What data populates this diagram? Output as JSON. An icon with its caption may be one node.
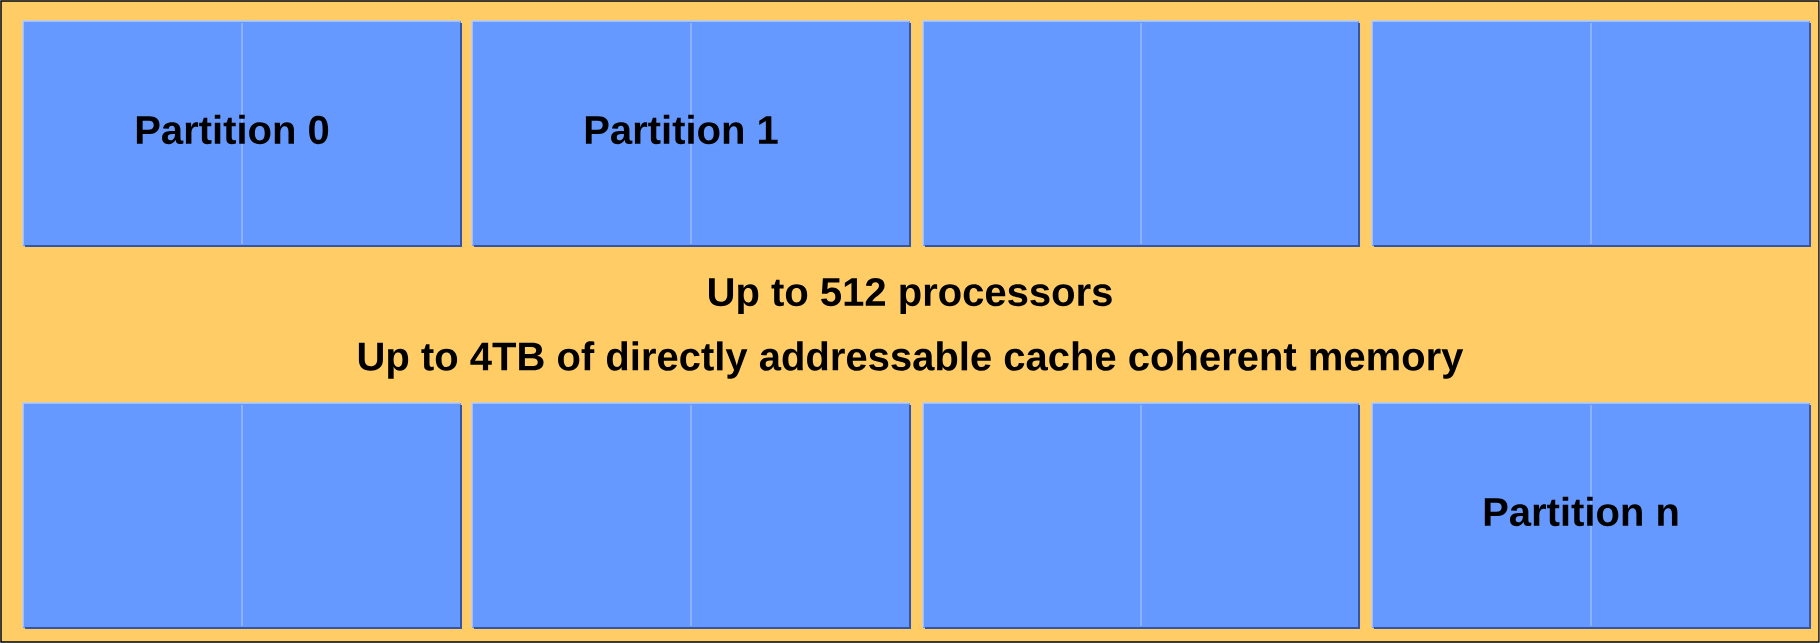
{
  "diagram": {
    "nodes": [
      {
        "text": [
          "Partition 0"
        ]
      },
      {
        "text": [
          "Partition 1"
        ]
      },
      {
        "text": [],
        "shape": "box"
      },
      {
        "text": [],
        "shape": "box"
      },
      {
        "text": [],
        "shape": "box"
      },
      {
        "text": [],
        "shape": "box"
      },
      {
        "text": [],
        "shape": "box"
      },
      {
        "text": [
          "Partition n"
        ]
      }
    ],
    "labels": [
      "Up to 512 processors",
      "Up to 4TB of directly addressable cache coherent memory"
    ]
  }
}
